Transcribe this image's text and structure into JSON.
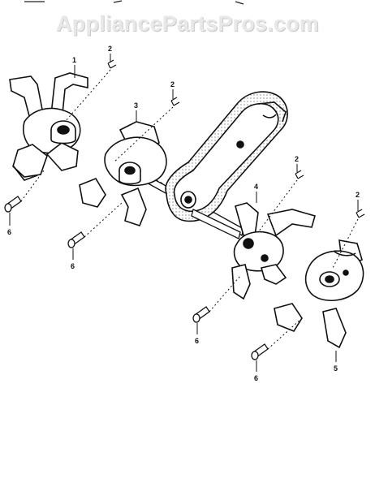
{
  "watermark": "AppliancePartsPros.com",
  "callouts": {
    "tine_outer_left": "1",
    "clip_a": "2",
    "clip_b": "2",
    "clip_c": "2",
    "clip_d": "2",
    "tine_inner_left": "3",
    "tine_inner_right": "4",
    "tine_outer_right": "5",
    "bolt_a": "6",
    "bolt_b": "6",
    "bolt_c": "6",
    "bolt_d": "6"
  }
}
